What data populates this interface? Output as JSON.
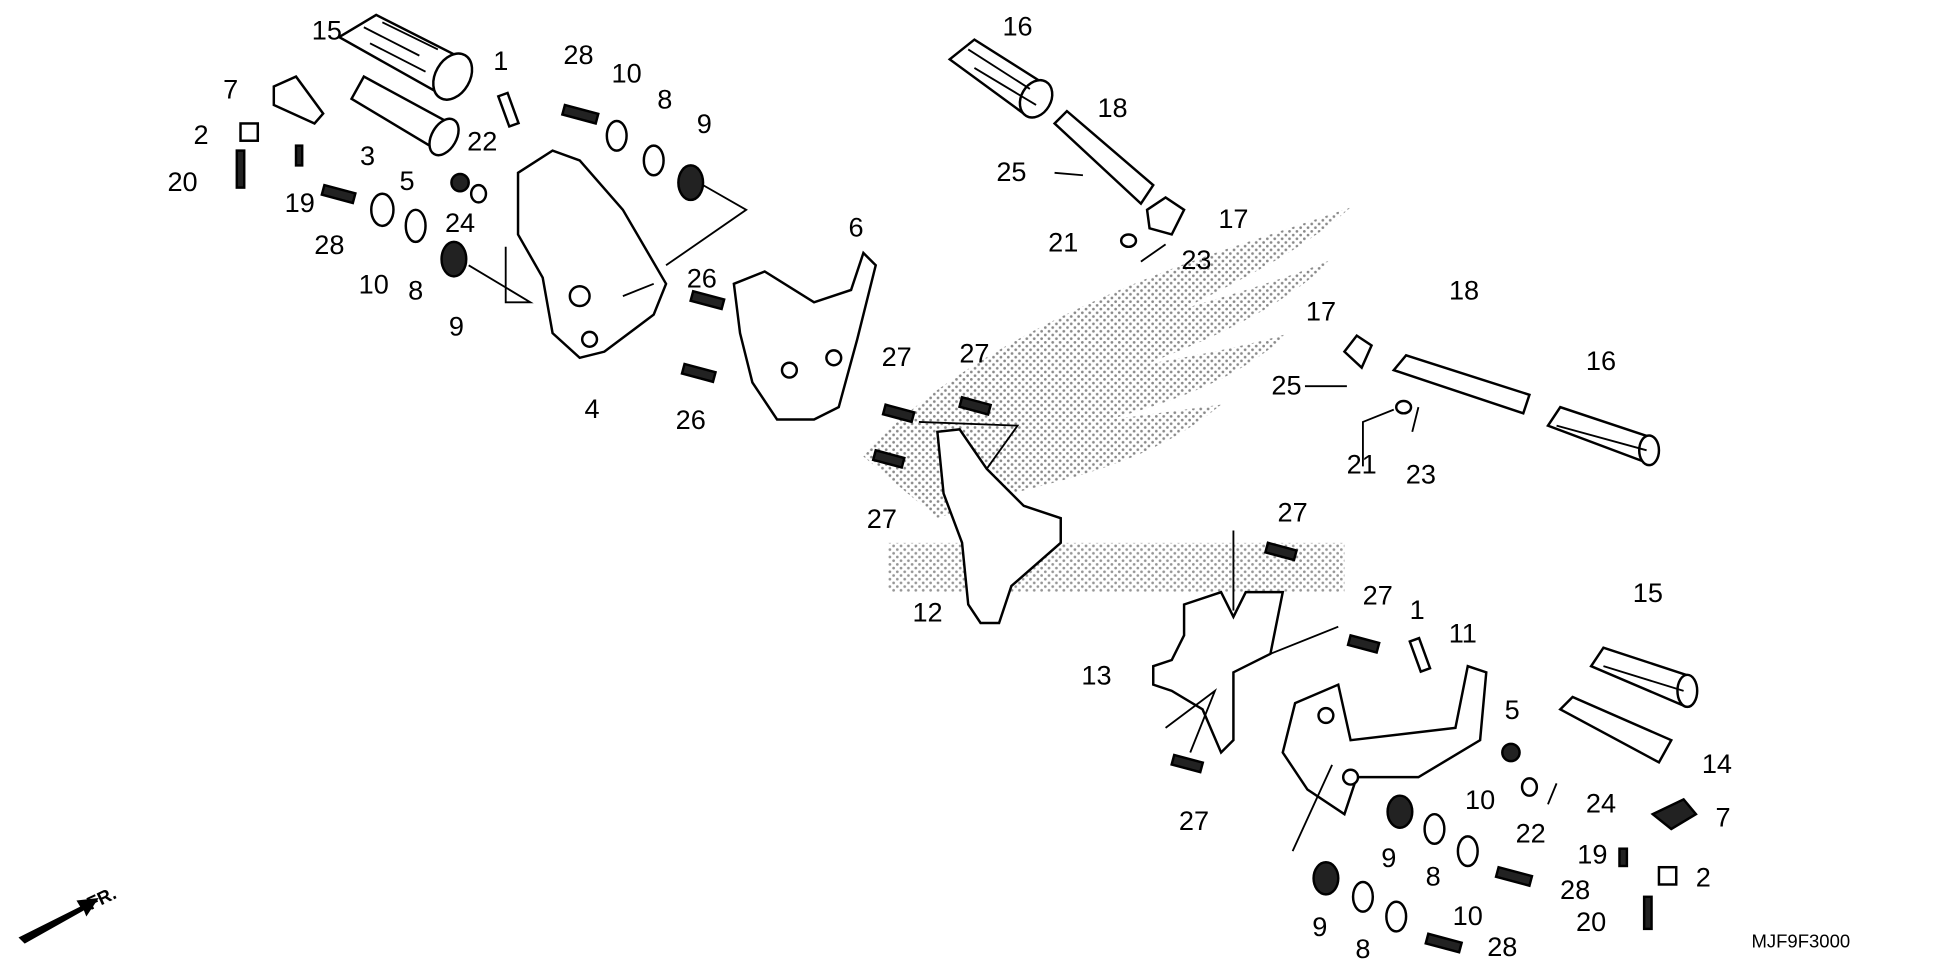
{
  "diagram": {
    "catalog_code": "MJF9F3000",
    "direction_marker": "FR.",
    "watermark": "Honda wing logo (dotted)",
    "colors": {
      "line": "#000000",
      "background": "#ffffff",
      "watermark": "#9a9a9a"
    },
    "callouts": [
      "15",
      "7",
      "2",
      "20",
      "3",
      "19",
      "28",
      "10",
      "8",
      "9",
      "5",
      "22",
      "24",
      "1",
      "28",
      "10",
      "8",
      "9",
      "4",
      "26",
      "26",
      "6",
      "16",
      "18",
      "25",
      "17",
      "21",
      "23",
      "27",
      "27",
      "27",
      "12",
      "17",
      "18",
      "16",
      "25",
      "21",
      "23",
      "27",
      "27",
      "1",
      "11",
      "13",
      "15",
      "5",
      "14",
      "24",
      "10",
      "22",
      "7",
      "9",
      "8",
      "28",
      "19",
      "2",
      "9",
      "8",
      "10",
      "28",
      "20",
      "27"
    ]
  }
}
